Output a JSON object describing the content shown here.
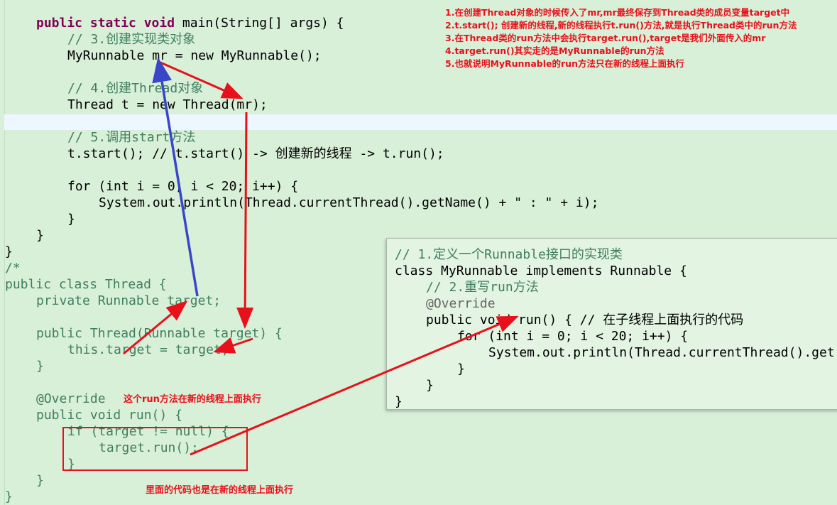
{
  "main_code": {
    "l1_sig": "public static void main(String[] args) {",
    "l2_comment": "// 3.创建实现类对象",
    "l3": "MyRunnable mr = new MyRunnable();",
    "l4_comment": "// 4.创建Thread对象",
    "l5": "Thread t = new Thread(mr);",
    "l6_comment": "// 5.调用start方法",
    "l7": "t.start(); // t.start() -> 创建新的线程 -> t.run();",
    "l8": "for (int i = 0; i < 20; i++) {",
    "l9": "System.out.println(Thread.currentThread().getName() + \" : \" + i);",
    "l10": "}",
    "l11": "}",
    "l12": "}"
  },
  "thread_code": {
    "open_comment": "/*",
    "class_decl": "public class Thread {",
    "field": "private Runnable target;",
    "ctor": "public Thread(Runnable target) {",
    "assign": "this.target = target;",
    "ctor_close": "}",
    "override": "@Override",
    "run_sig": "public void run() {",
    "if_line": "if (target != null) {",
    "call": "target.run();",
    "if_close": "}",
    "run_close": "}",
    "class_close": "}"
  },
  "popup_code": {
    "comment1": "// 1.定义一个Runnable接口的实现类",
    "class_decl": "class MyRunnable implements Runnable {",
    "comment2": "// 2.重写run方法",
    "override": "@Override",
    "run_sig": "public void run() { // 在子线程上面执行的代码",
    "for_line": "for (int i = 0; i < 20; i++) {",
    "print": "System.out.println(Thread.currentThread().get",
    "close1": "}",
    "close2": "}",
    "close3": "}"
  },
  "annotations": {
    "notes": [
      "1.在创建Thread对象的时候传入了mr,mr最终保存到Thread类的成员变量target中",
      "2.t.start(); 创建新的线程,新的线程执行t.run()方法,就是执行Thread类中的run方法",
      "3.在Thread类的run方法中会执行target.run(),target是我们外面传入的mr",
      "4.target.run()其实走的是MyRunnable的run方法",
      "5.也就说明MyRunnable的run方法只在新的线程上面执行"
    ],
    "label_run_new_thread": "这个run方法在新的线程上面执行",
    "label_inner_code": "里面的代码也是在新的线程上面执行"
  },
  "colors": {
    "background": "#d8efd8",
    "keyword": "#7f0055",
    "comment": "#3f7f5f",
    "string": "#2a00ff",
    "field": "#0000c0",
    "annotation_red": "#e8101a",
    "arrow_blue": "#3a46c8"
  }
}
